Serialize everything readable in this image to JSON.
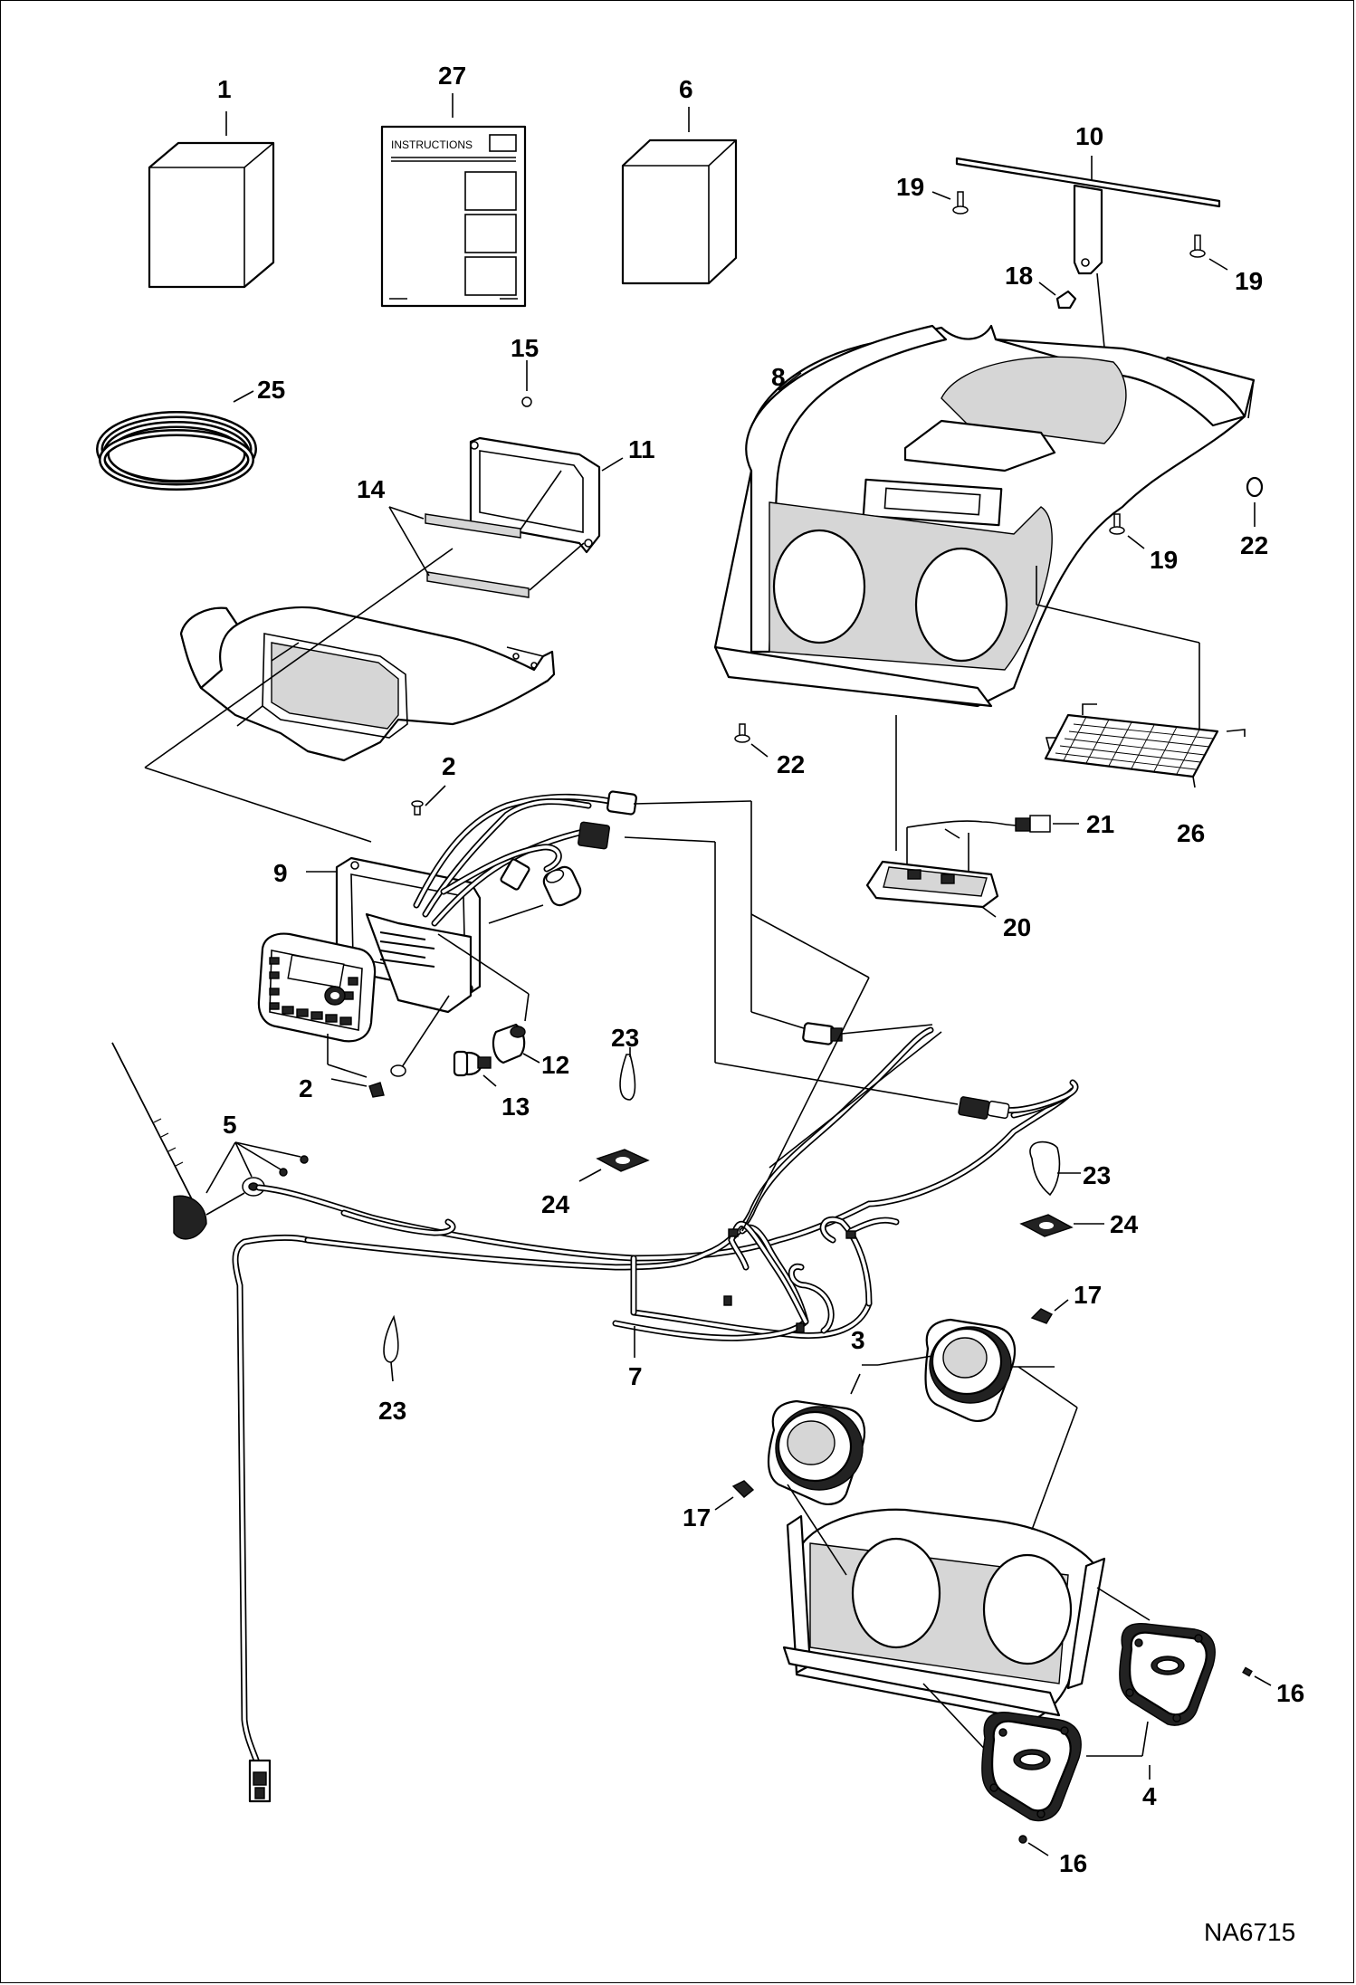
{
  "diagram": {
    "code": "NA6715",
    "instructions_sheet_title": "INSTRUCTIONS",
    "callouts": {
      "c1": "1",
      "c27": "27",
      "c6": "6",
      "c10": "10",
      "c19a": "19",
      "c19b": "19",
      "c19c": "19",
      "c18": "18",
      "c8": "8",
      "c22a": "22",
      "c22b": "22",
      "c26": "26",
      "c25": "25",
      "c15": "15",
      "c11": "11",
      "c14": "14",
      "c2a": "2",
      "c2b": "2",
      "c9": "9",
      "c21": "21",
      "c20": "20",
      "c12": "12",
      "c13": "13",
      "c23a": "23",
      "c23b": "23",
      "c23c": "23",
      "c24a": "24",
      "c24b": "24",
      "c5": "5",
      "c7": "7",
      "c3": "3",
      "c17a": "17",
      "c17b": "17",
      "c16a": "16",
      "c16b": "16",
      "c4": "4"
    }
  }
}
